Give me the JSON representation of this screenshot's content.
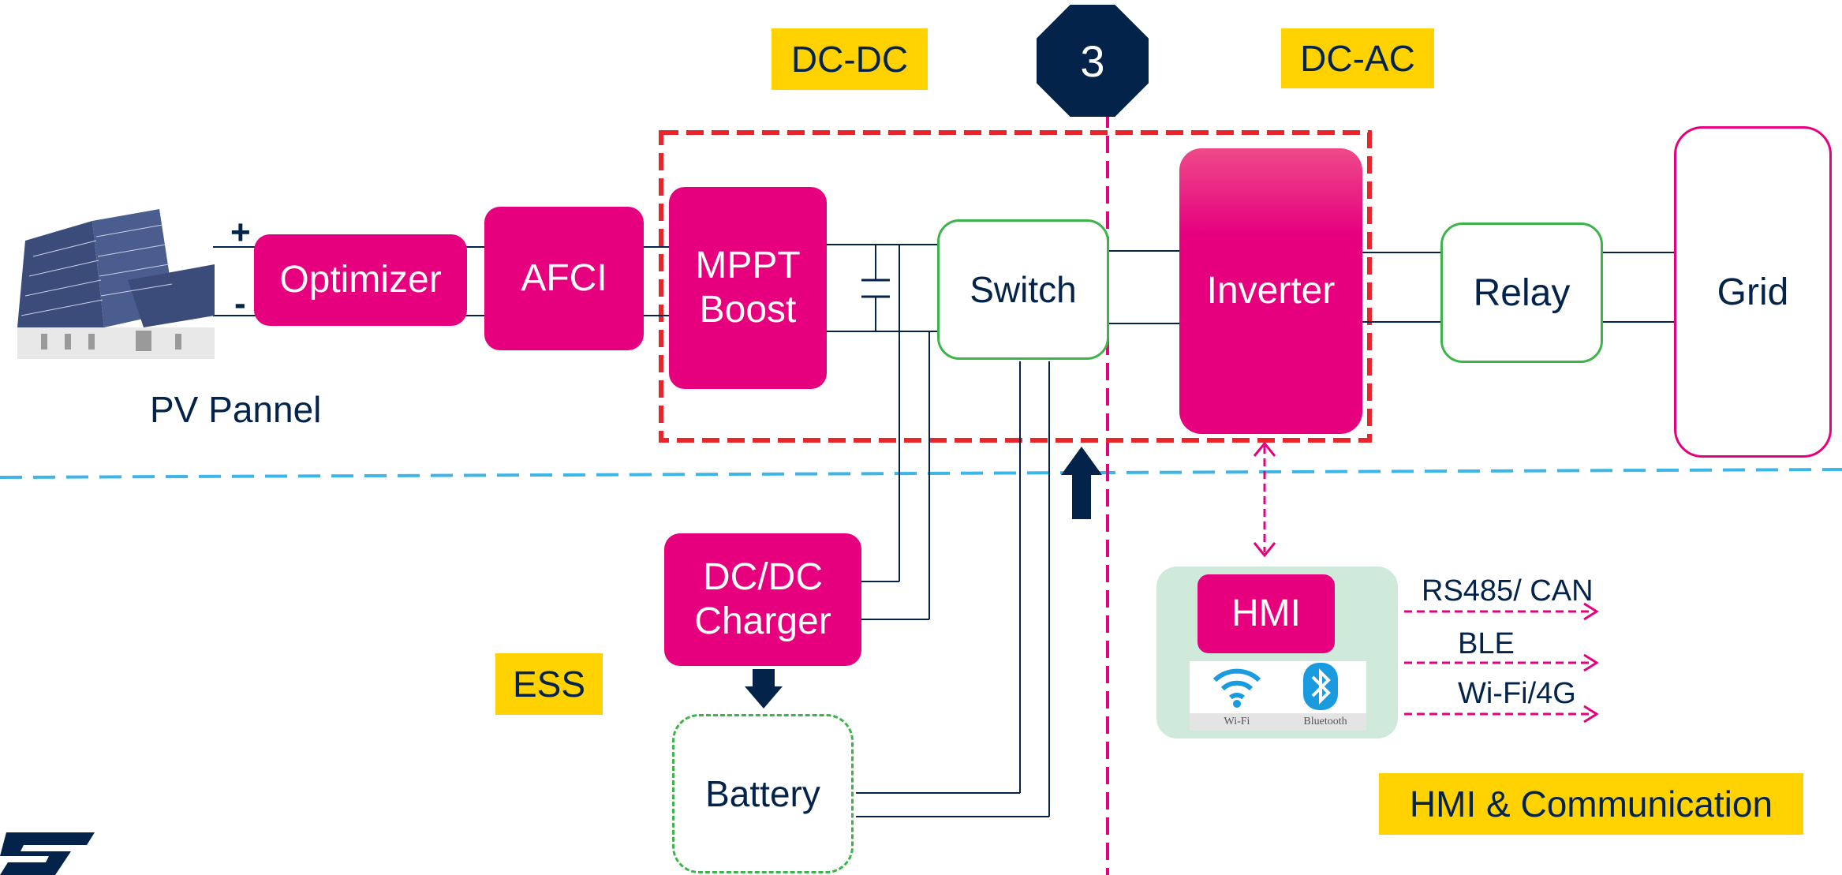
{
  "labels": {
    "dcdc": "DC-DC",
    "dcac": "DC-AC",
    "step": "3",
    "ess": "ESS",
    "hmi_comm": "HMI & Communication",
    "pv": "PV Pannel",
    "plus": "+",
    "minus": "-"
  },
  "blocks": {
    "optimizer": "Optimizer",
    "afci": "AFCI",
    "mppt_line1": "MPPT",
    "mppt_line2": "Boost",
    "switch": "Switch",
    "inverter": "Inverter",
    "relay": "Relay",
    "grid": "Grid",
    "charger_line1": "DC/DC",
    "charger_line2": "Charger",
    "battery": "Battery",
    "hmi": "HMI"
  },
  "comm": {
    "rs485": "RS485/ CAN",
    "ble": "BLE",
    "wifi4g": "Wi-Fi/4G",
    "wifi_icon_label": "Wi-Fi",
    "bt_icon_label": "Bluetooth"
  },
  "colors": {
    "magenta": "#e6007e",
    "navy": "#03234b",
    "yellow": "#ffd200",
    "red_dash": "#e8252a",
    "blue_dash": "#3db5e6",
    "green": "#3cb44b"
  }
}
